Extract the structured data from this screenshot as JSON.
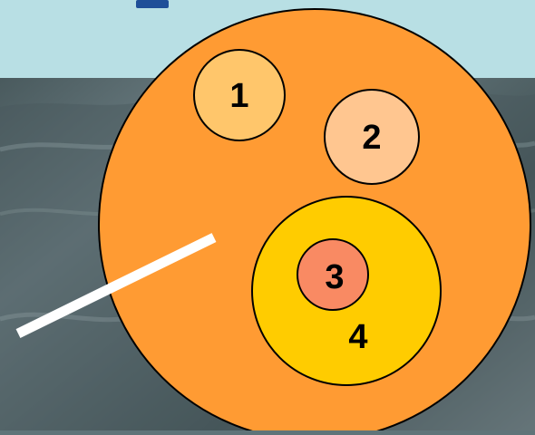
{
  "diagram": {
    "labels": {
      "one": "1",
      "two": "2",
      "three": "3",
      "four": "4"
    },
    "colors": {
      "header_band": "#b8dfe4",
      "title_fragment": "#1f4f98",
      "outer_circle": "#ff9b33",
      "circle_1": "#ffc66b",
      "circle_2": "#ffc690",
      "circle_4": "#ffcc00",
      "circle_3": "#f98a63",
      "stroke": "#000000",
      "pointer": "#ffffff"
    },
    "icons": {
      "pointer": "white-pointer-line"
    }
  }
}
